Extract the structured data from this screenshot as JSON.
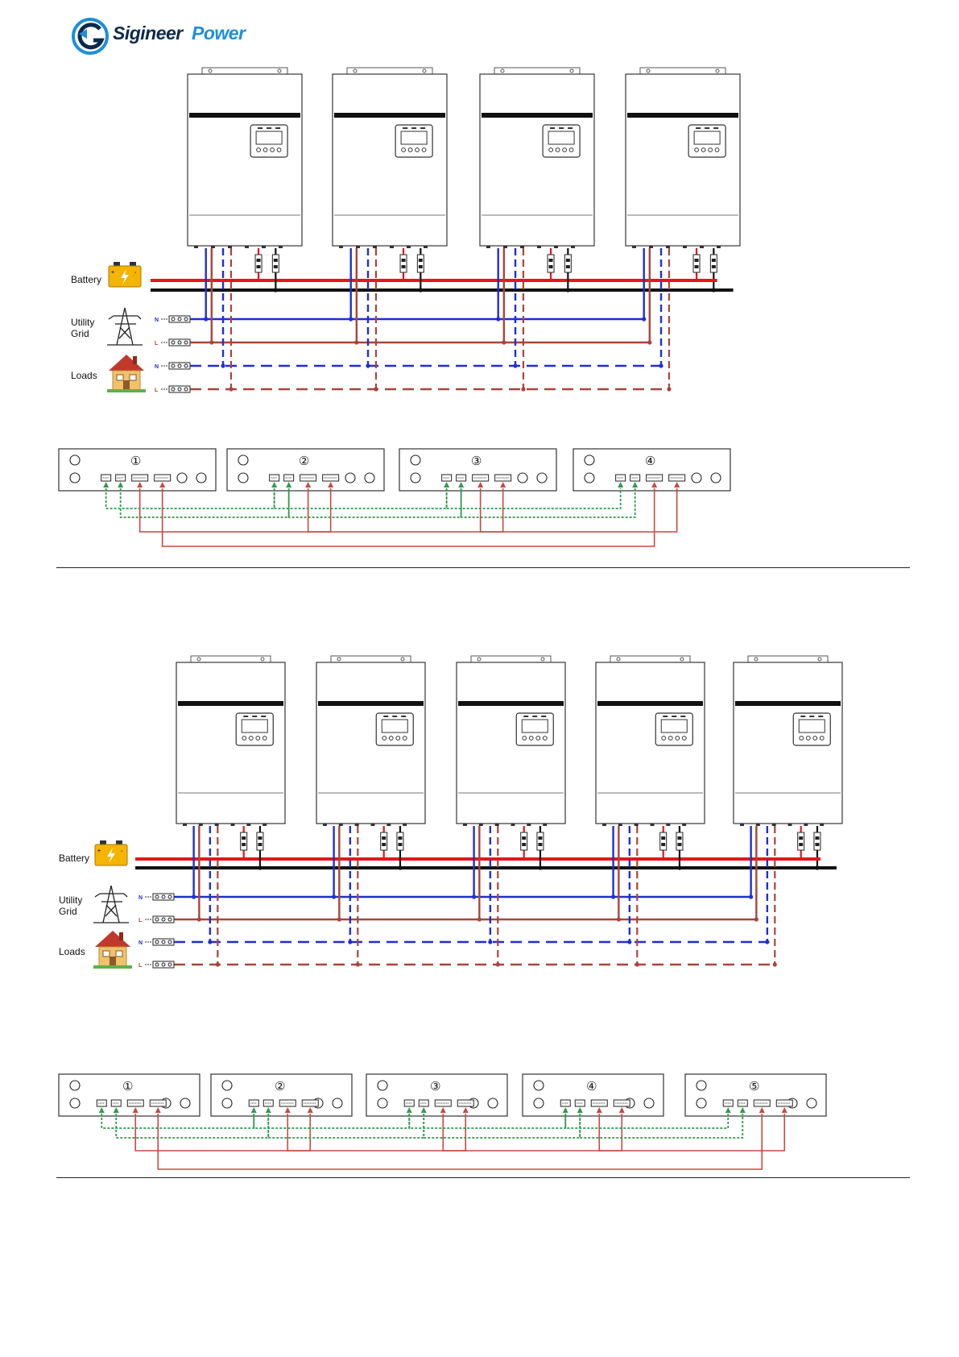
{
  "brand": {
    "name_part1": "Sigineer",
    "name_part2": "Power",
    "color_dark": "#0d2a4c",
    "color_accent": "#1d8fd8"
  },
  "labels": {
    "battery": "Battery",
    "utility_line1": "Utility",
    "utility_line2": "Grid",
    "loads": "Loads",
    "neutral": "N",
    "line": "L"
  },
  "wire_colors": {
    "battery_pos": "#e8151b",
    "battery_neg": "#111111",
    "grid_n": "#1f2fd0",
    "grid_l": "#a9453b",
    "load_n": "#1f2fd0",
    "load_l": "#a9453b",
    "comm_green": "#2f9a4d",
    "comm_red": "#c64a42"
  },
  "icons": {
    "battery": "battery-icon",
    "utility": "power-pylon-icon",
    "loads": "house-icon"
  },
  "diagrams": [
    {
      "id": "four-unit",
      "unit_count": 4,
      "panel_numbers": [
        "①",
        "②",
        "③",
        "④"
      ]
    },
    {
      "id": "five-unit",
      "unit_count": 5,
      "panel_numbers": [
        "①",
        "②",
        "③",
        "④",
        "⑤"
      ]
    }
  ]
}
